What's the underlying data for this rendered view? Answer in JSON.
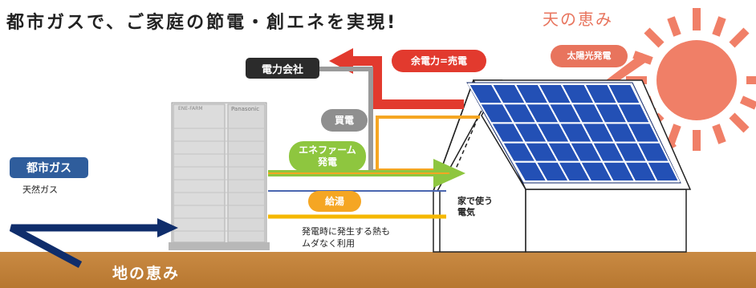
{
  "title": "都市ガスで、ご家庭の節電・創エネを実現!",
  "heaven_label": "天の恵み",
  "earth_label": "地の恵み",
  "company_label": "電力会社",
  "surplus_label": "余電力=売電",
  "solar_label": "太陽光発電",
  "buy_label": "買電",
  "enefarm_label": "エネファーム\n発電",
  "hotwater_label": "給湯",
  "heat_note": "発電時に発生する熱も\nムダなく利用",
  "home_use_label": "家で使う\n電気",
  "gas_label": "都市ガス",
  "gas_sub_label": "天然ガス",
  "unit_brand_left": "ENE-FARM",
  "unit_brand_right": "Panasonic",
  "colors": {
    "surplus": "#e23a2e",
    "solar_pill": "#e8745d",
    "buy": "#8f8f8f",
    "enefarm": "#8ec63f",
    "hotwater": "#f5a623",
    "gas": "#2f5d9c",
    "gas_line": "#0f2d6b",
    "ground": "#c4843d",
    "sun": "#f07f67"
  }
}
